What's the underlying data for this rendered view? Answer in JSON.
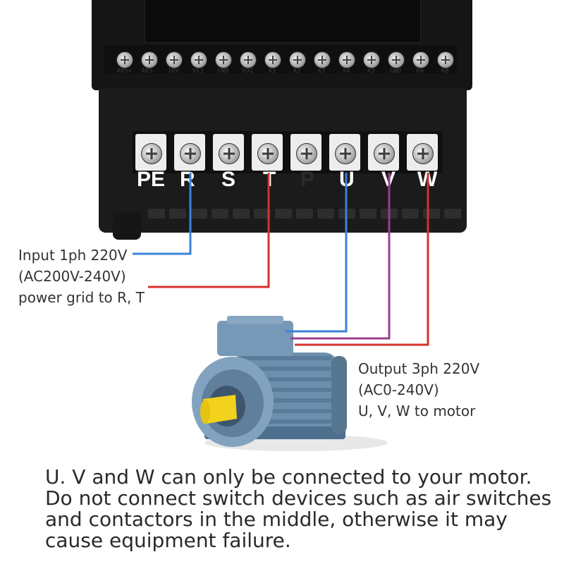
{
  "inverter": {
    "control_terminals": [
      "485+",
      "485-",
      "10V",
      "VI1",
      "GND",
      "VO1",
      "X1",
      "X2",
      "X3",
      "X4",
      "X5",
      "GND",
      "KA",
      "KB"
    ],
    "power_terminals": [
      "PE",
      "R",
      "S",
      "T",
      "P",
      "U",
      "V",
      "W"
    ]
  },
  "wires": {
    "input_r": "#3b83d6",
    "input_t": "#d6322b",
    "output_u": "#3b83d6",
    "output_v": "#9b3f8c",
    "output_w": "#d6322b"
  },
  "input_note": {
    "line1": "Input 1ph 220V",
    "line2": "(AC200V-240V)",
    "line3": "power grid to R, T"
  },
  "output_note": {
    "line1": "Output 3ph 220V",
    "line2": "(AC0-240V)",
    "line3": "U, V, W to motor"
  },
  "warning": {
    "line1": "U. V and W can only be connected to your motor.",
    "line2": "Do not connect switch devices such as air switches",
    "line3": "and contactors in the middle, otherwise it may",
    "line4": "cause equipment failure."
  }
}
